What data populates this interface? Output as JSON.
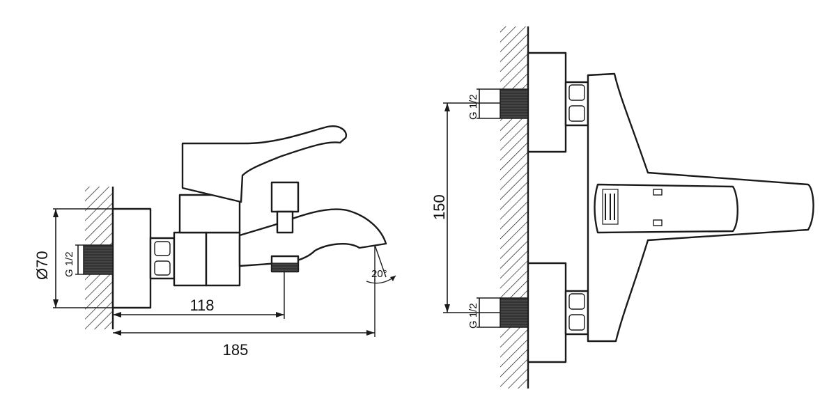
{
  "dimensions": {
    "diameter": "Ø70",
    "thread_left": "G 1/2",
    "length_outlet": "118",
    "length_total": "185",
    "angle": "20°",
    "center_distance": "150",
    "thread_top": "G 1/2",
    "thread_bottom": "G 1/2"
  },
  "colors": {
    "ink": "#1a1a1a",
    "background": "#ffffff"
  }
}
